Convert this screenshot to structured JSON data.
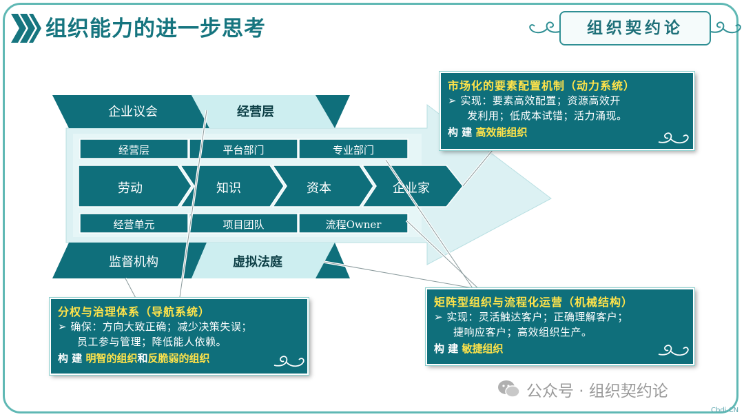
{
  "page": {
    "title": "组织能力的进一步思考"
  },
  "badge": {
    "text": "组织契约论"
  },
  "diagram": {
    "top_bands": [
      "企业议会",
      "经营层"
    ],
    "row1": [
      "经营层",
      "平台部门",
      "专业部门"
    ],
    "chevrons": [
      "劳动",
      "知识",
      "资本",
      "企业家"
    ],
    "row3": [
      "经营单元",
      "项目团队",
      "流程Owner"
    ],
    "bottom_bands": [
      "监督机构",
      "虚拟法庭"
    ]
  },
  "box_market": {
    "title": "市场化的要素配置机制（动力系统）",
    "line1": "➢ 实现：要素高效配置；资源高效开",
    "line2": "发利用；低成本试错；活力涌现。",
    "build_prefix": "构 建 ",
    "build_highlight": "高效能组织"
  },
  "box_governance": {
    "title": "分权与治理体系（导航系统）",
    "line1": "➢ 确保：方向大致正确；减少决策失误；",
    "line2": "员工参与管理；降低能人依赖。",
    "build_prefix": "构 建 ",
    "build_highlight1": "明智的组织",
    "build_mid": "和",
    "build_highlight2": "反脆弱的组织"
  },
  "box_matrix": {
    "title": "矩阵型组织与流程化运营（机械结构）",
    "line1": "➢ 实现：灵活触达客户；正确理解客户；",
    "line2": "捷响应客户；高效组织生产。",
    "build_prefix": "构 建 ",
    "build_highlight": "敏捷组织"
  },
  "watermark": {
    "text": "公众号 · 组织契约论"
  },
  "corner": {
    "text": "Cbdi.CN"
  },
  "colors": {
    "teal_dark": "#0f6f7b",
    "teal_light": "#cdeef0",
    "arrow_light": "#dcf1f3",
    "highlight": "#ffe34a",
    "title": "#16757f"
  }
}
